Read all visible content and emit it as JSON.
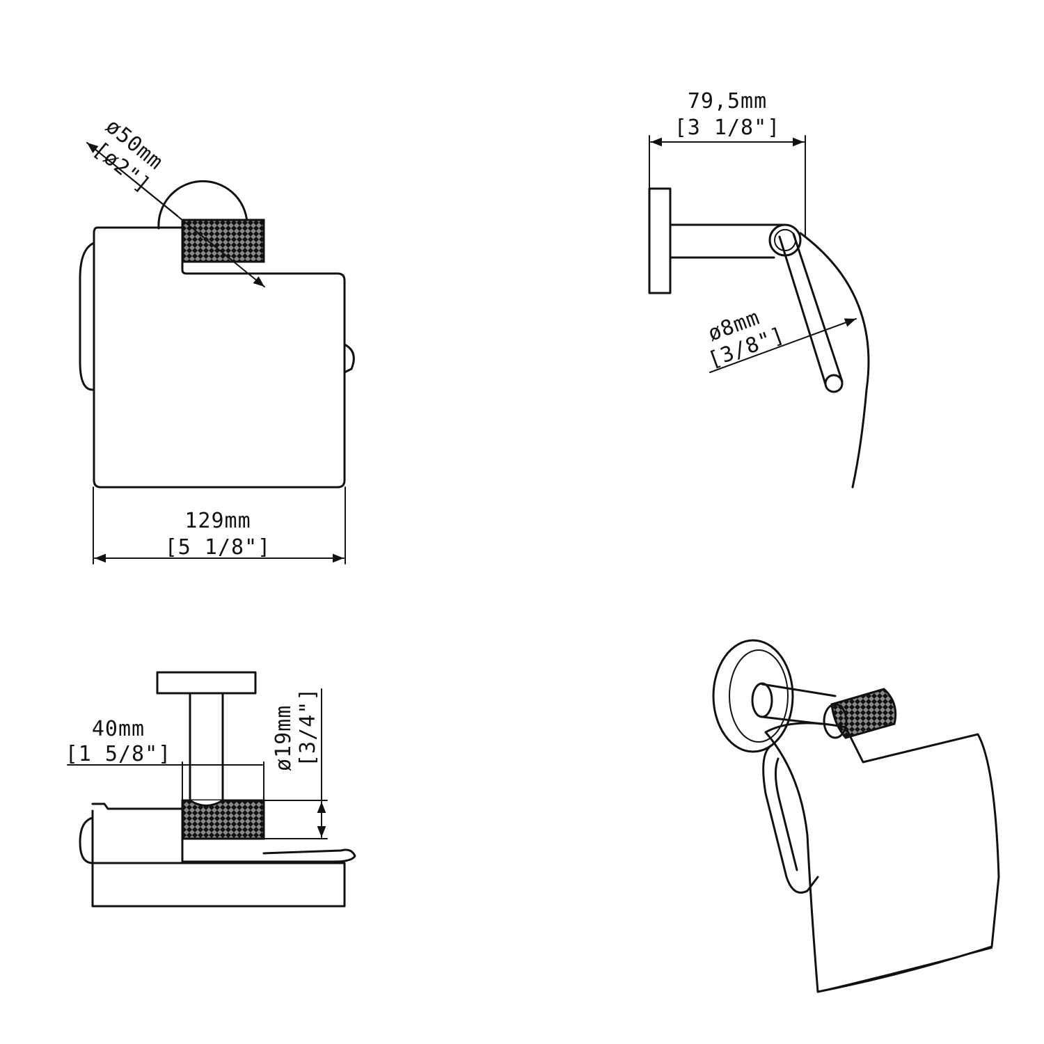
{
  "dimensions": {
    "diameter_cap": {
      "mm": "ø50mm",
      "inch": "[ø2\"]"
    },
    "width": {
      "mm": "129mm",
      "inch": "[5 1/8\"]"
    },
    "projection": {
      "mm": "79,5mm",
      "inch": "[3 1/8\"]"
    },
    "rod_diameter": {
      "mm": "ø8mm",
      "inch": "[3/8\"]"
    },
    "knurl_offset": {
      "mm": "40mm",
      "inch": "[1 5/8\"]"
    },
    "knurl_diameter": {
      "mm": "ø19mm",
      "inch": "[3/4\"]"
    }
  }
}
